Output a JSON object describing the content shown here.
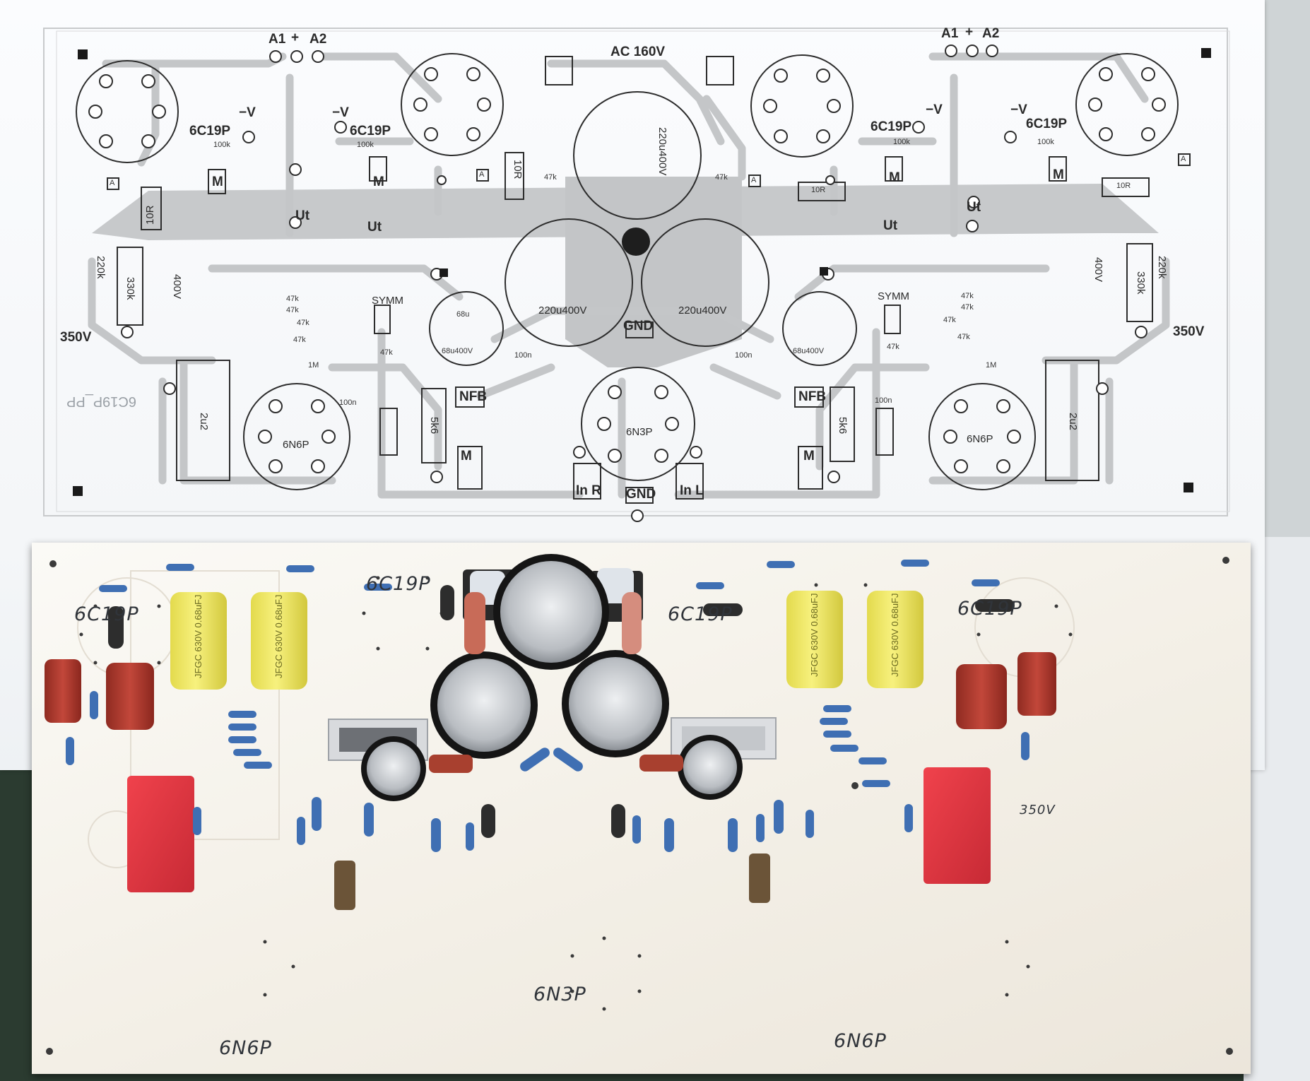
{
  "scene": {
    "colors": {
      "paper": "#f7f8fa",
      "trace": "#c4c6c8",
      "pad_outline": "#2d2d2d",
      "board": "#f6f3ec",
      "cap_yellow": "#f2ec6a",
      "cap_red": "#b8402f",
      "box_cap_red": "#d9363f",
      "electrolytic_black": "#1b1b1b",
      "resistor_blue": "#3f6fb3"
    }
  },
  "layout_print": {
    "connectors": {
      "a1_top_left": "A1",
      "plus_top_left": "+",
      "a2_top_left": "A2",
      "a1_top_right": "A1",
      "plus_top_right": "+",
      "a2_top_right": "A2",
      "ac": "AC 160V",
      "gnd_center": "GND",
      "gnd_bottom": "GND",
      "in_r": "In R",
      "in_l": "In L",
      "b350_left": "350V",
      "b350_right": "350V",
      "ut_1": "Ut",
      "ut_2": "Ut",
      "ut_3": "Ut",
      "ut_4": "Ut"
    },
    "tubes": {
      "t1": "6C19P",
      "t2": "6C19P",
      "t3": "6C19P",
      "t4": "6C19P",
      "driver_left": "6N6P",
      "driver_right": "6N6P",
      "center": "6N3P",
      "mirrored": "6C19P_PP"
    },
    "labels": {
      "neg_v_1": "−V",
      "neg_v_2": "−V",
      "neg_v_3": "−V",
      "neg_v_4": "−V",
      "r100k_1": "100k",
      "r100k_2": "100k",
      "r100k_3": "100k",
      "r100k_4": "100k",
      "m_1": "M",
      "m_2": "M",
      "m_3": "M",
      "m_4": "M",
      "m_5": "M",
      "m_6": "M",
      "a_1": "A",
      "a_2": "A",
      "a_3": "A",
      "a_4": "A",
      "r10r_1": "10R",
      "r10r_2": "10R",
      "r10r_3": "10R",
      "r10r_4": "10R",
      "r47k_1": "47k",
      "r47k_2": "47k",
      "main_cap": "220u400V",
      "cap_left": "220u400V",
      "cap_right": "220u400V",
      "c68u_left": "68u400V",
      "c68u_right": "68u400V",
      "c68u_top_left": "68u",
      "c100n_1": "100n",
      "c100n_2": "100n",
      "c100n_3": "100n",
      "c100n_4": "100n",
      "symm_left": "SYMM",
      "symm_right": "SYMM",
      "nfb_left": "NFB",
      "nfb_right": "NFB",
      "r220k_1": "220k",
      "r220k_2": "220k",
      "r330k_1": "330k",
      "r330k_2": "330k",
      "v400_1": "400V",
      "v400_2": "400V",
      "c2u2_1": "2u2",
      "c2u2_2": "2u2",
      "r1m_1": "1M",
      "r1m_2": "1M",
      "r5k6_1": "5k6",
      "r5k6_2": "5k6",
      "r47k_l1": "47k",
      "r47k_l2": "47k",
      "r47k_l3": "47k",
      "r47k_l4": "47k",
      "r47k_l5": "47k",
      "r47k_r1": "47k",
      "r47k_r2": "47k",
      "r47k_r3": "47k",
      "r47k_r4": "47k",
      "r47k_r5": "47k"
    }
  },
  "assembled_board": {
    "handwritten": {
      "tube_1": "6C19P",
      "tube_2": "6C19P",
      "tube_3": "6C19P",
      "tube_4": "6C19P",
      "driver_left": "6N6P",
      "center": "6N3P",
      "driver_right": "6N6P",
      "b350": "350V"
    },
    "caps": {
      "yellow_1": "JFGC 630V 0.68uFJ",
      "yellow_2": "JFGC 630V 0.68uFJ",
      "yellow_3": "JFGC 630V 0.68uFJ",
      "yellow_4": "JFGC 630V 0.68uFJ"
    }
  }
}
